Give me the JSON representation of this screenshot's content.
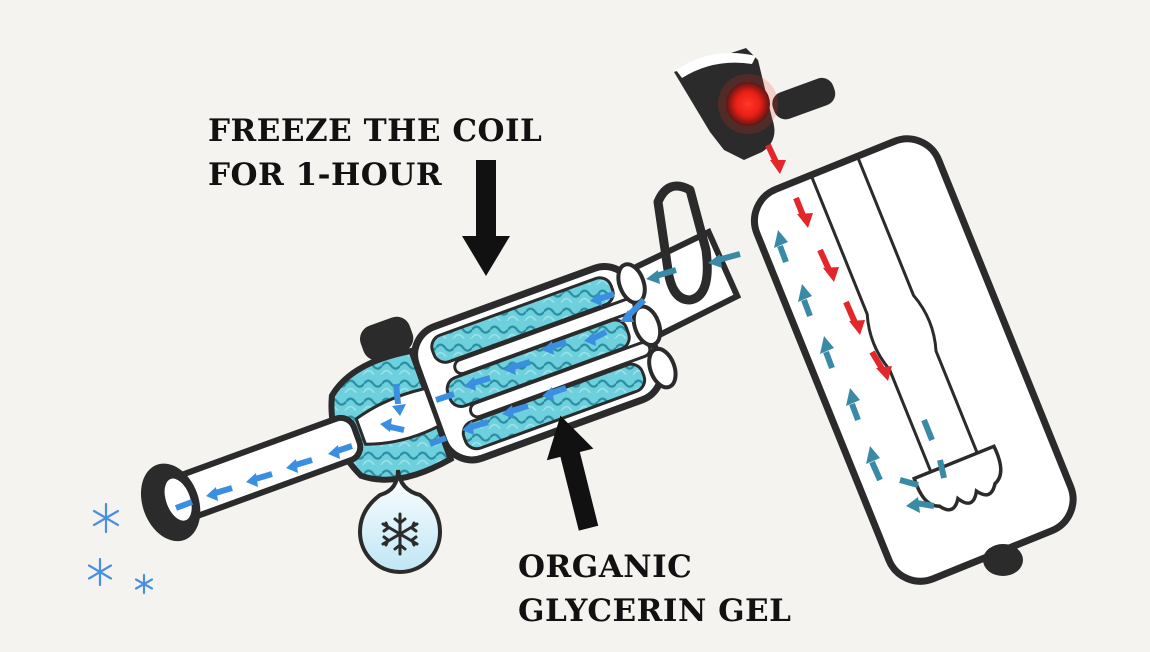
{
  "labels": {
    "freeze_line1": "FREEZE THE COIL",
    "freeze_line2": "FOR 1-HOUR",
    "gel_line1": "ORGANIC",
    "gel_line2": "GLYCERIN GEL"
  },
  "colors": {
    "background": "#f5f3f0",
    "outline": "#2b2b2b",
    "glass": "#ffffff",
    "gel": "#6fd0dd",
    "gel_swirl": "#2a8ea0",
    "flow_in": "#e3262b",
    "flow_cold": "#3b8fe0",
    "flow_return": "#3a8aa6",
    "ember": "#ff2a1a",
    "snowflake": "#4a90e2"
  },
  "icons": [
    "snowflake-icon",
    "ember-icon",
    "arrow-down-icon",
    "arrow-up-icon"
  ]
}
